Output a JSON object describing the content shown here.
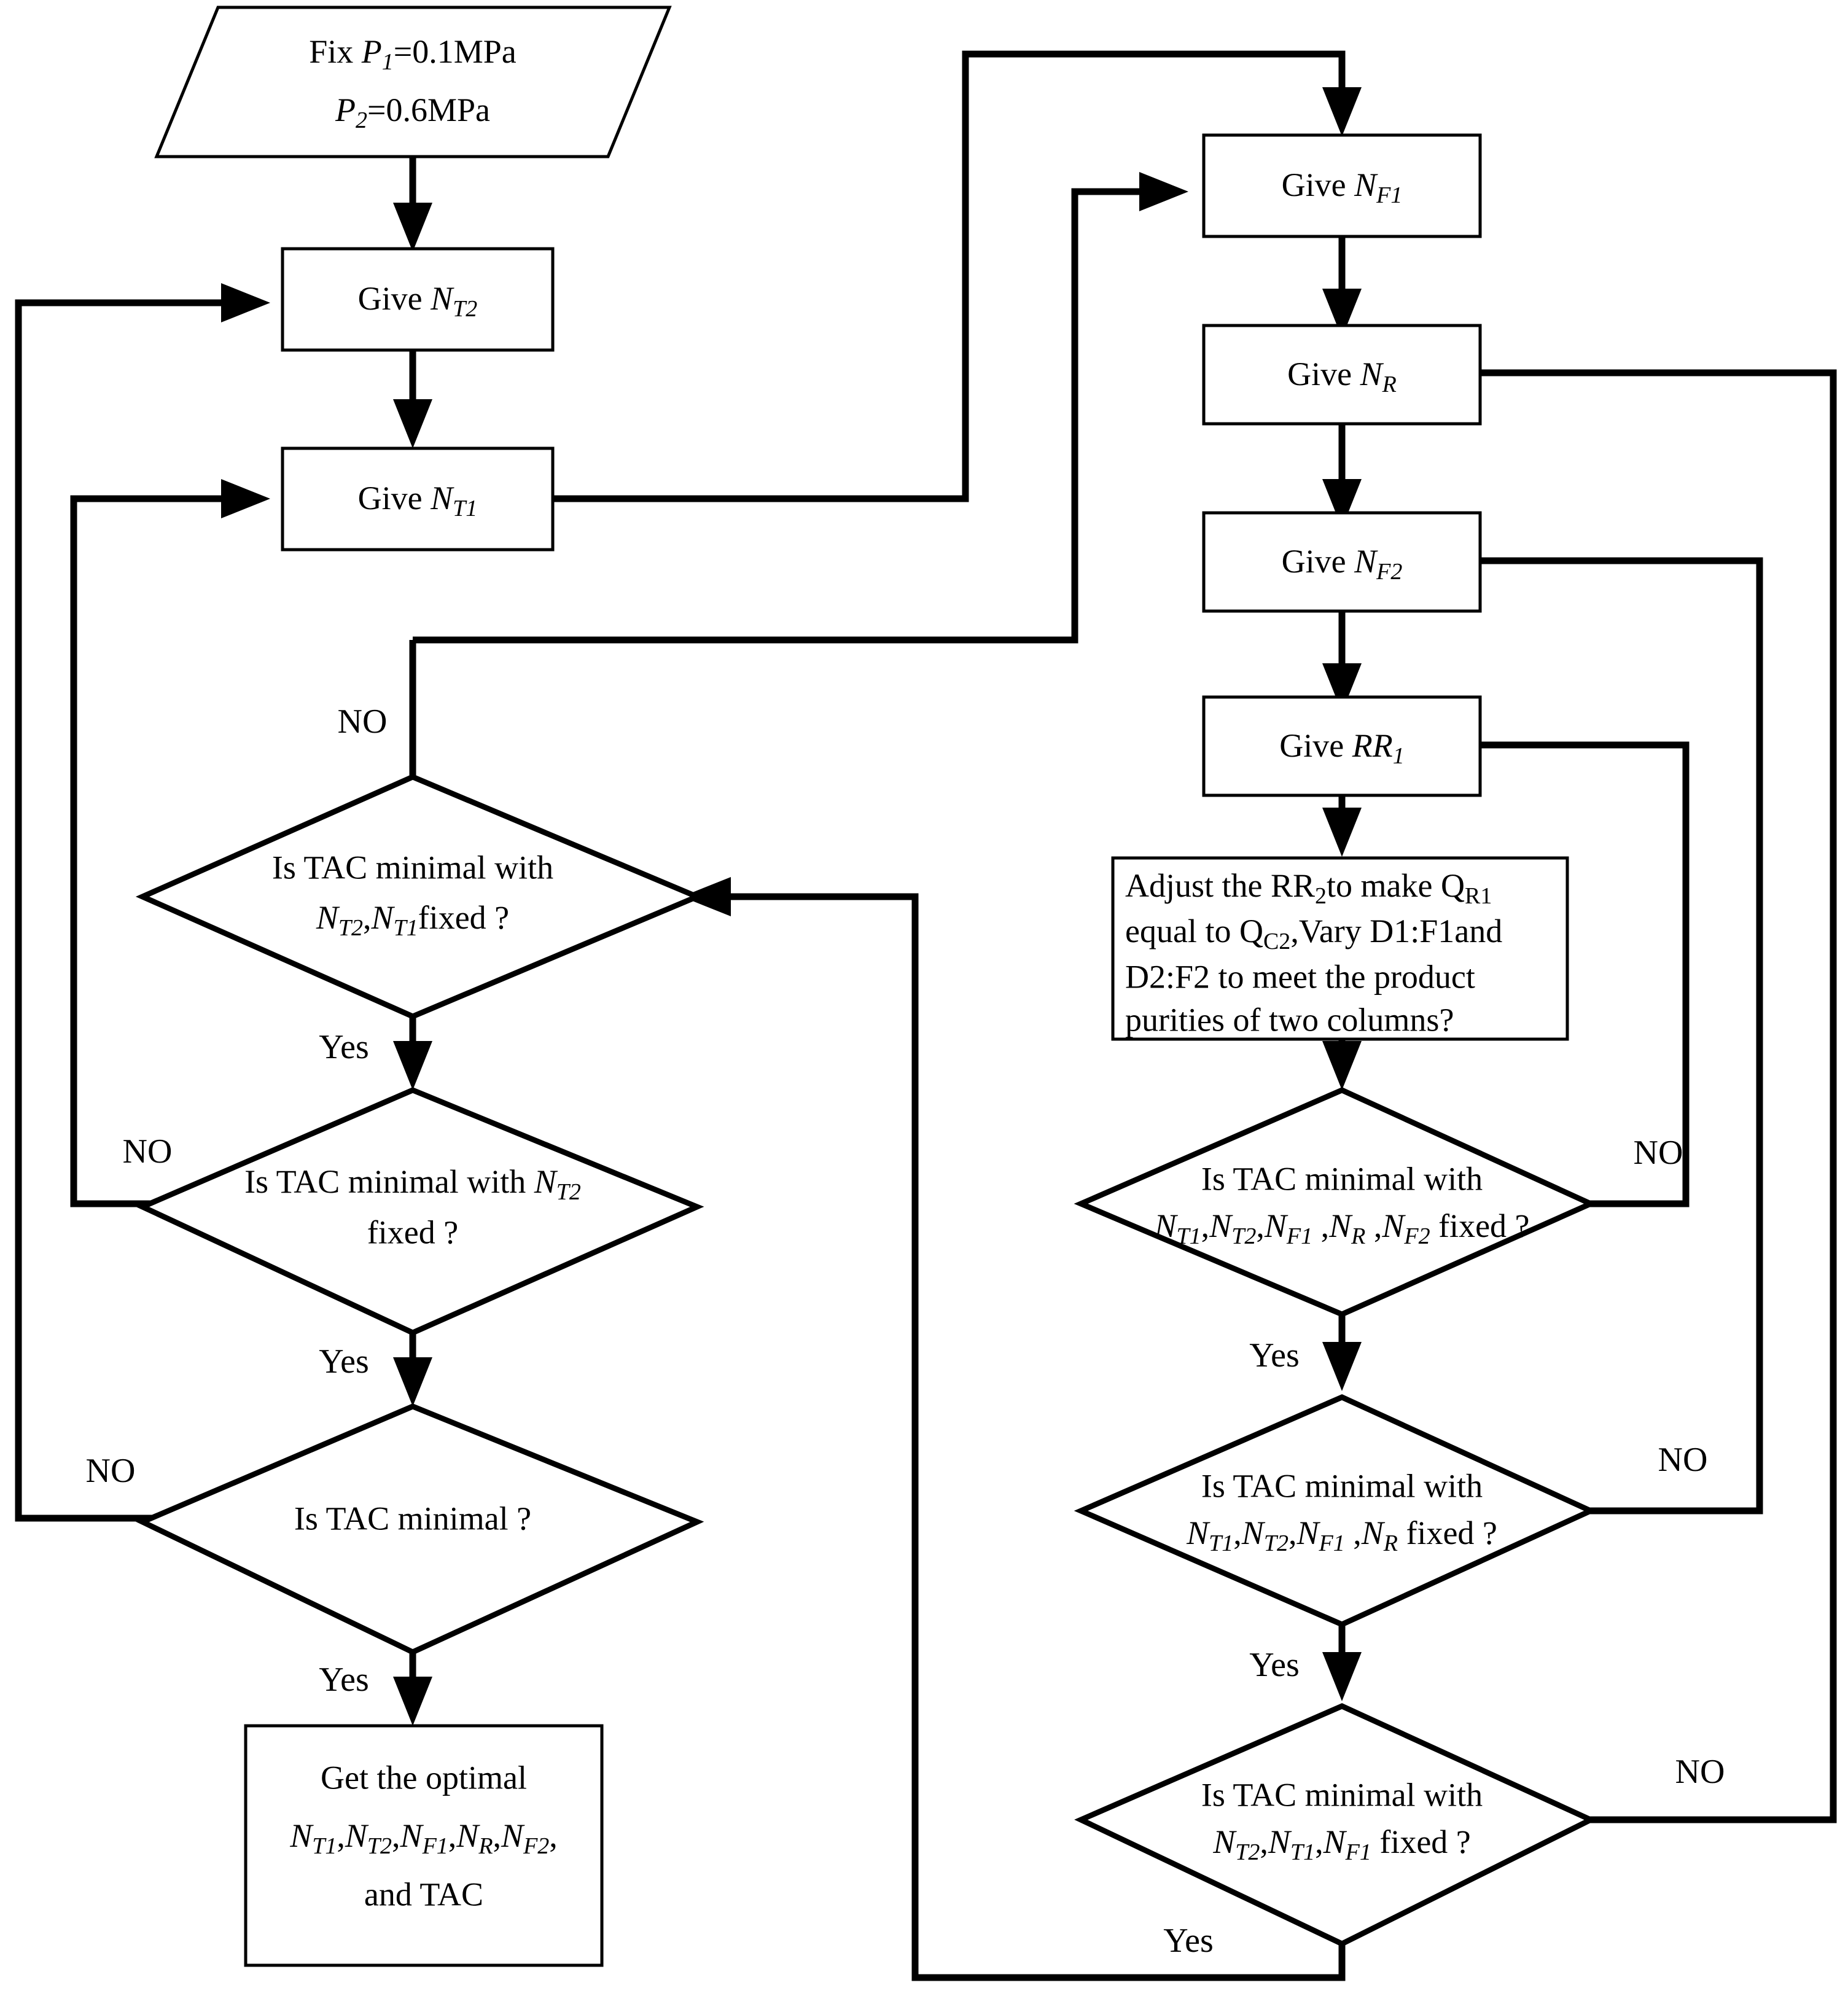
{
  "diagram": {
    "title": "Optimization procedure flowchart for two-column distillation design",
    "type": "flowchart",
    "orientation": "two-column",
    "background_color": "#ffffff",
    "line_color": "#000000",
    "text_color": "#000000"
  },
  "nodes": {
    "fix_pressures": {
      "shape": "parallelogram",
      "kind": "input",
      "line1_pre": "Fix ",
      "line1_var": "P",
      "line1_sub": "1",
      "line1_post": "=0.1MPa",
      "line2_var": "P",
      "line2_sub": "2",
      "line2_post": "=0.6MPa",
      "plain_text": "Fix P1=0.1MPa  P2=0.6MPa"
    },
    "give_nt2": {
      "shape": "rect",
      "kind": "process",
      "pre": "Give ",
      "var": "N",
      "sub": "T2",
      "plain_text": "Give NT2"
    },
    "give_nt1": {
      "shape": "rect",
      "kind": "process",
      "pre": "Give ",
      "var": "N",
      "sub": "T1",
      "plain_text": "Give NT1"
    },
    "give_nf1": {
      "shape": "rect",
      "kind": "process",
      "pre": "Give ",
      "var": "N",
      "sub": "F1",
      "plain_text": "Give NF1"
    },
    "give_nr": {
      "shape": "rect",
      "kind": "process",
      "pre": "Give ",
      "var": "N",
      "sub": "R",
      "plain_text": "Give NR"
    },
    "give_nf2": {
      "shape": "rect",
      "kind": "process",
      "pre": "Give ",
      "var": "N",
      "sub": "F2",
      "plain_text": "Give NF2"
    },
    "give_rr1": {
      "shape": "rect",
      "kind": "process",
      "pre": "Give ",
      "var": "RR",
      "sub": "1",
      "plain_text": "Give RR1"
    },
    "adjust_rr2": {
      "shape": "rect",
      "kind": "process",
      "lines": [
        "Adjust the RR2to make QR1",
        "equal to QC2,Vary D1:F1and",
        "D2:F2 to meet the product",
        "purities of two columns?"
      ],
      "plain_text": "Adjust the RR2to make QR1 equal to QC2,Vary D1:F1and D2:F2 to meet the product purities of two columns?"
    },
    "d_left_1": {
      "shape": "diamond",
      "kind": "decision",
      "line1": "Is TAC minimal with",
      "line2_plain": "NT2,NT1fixed ?",
      "plain_text": "Is TAC minimal with NT2,NT1fixed ?"
    },
    "d_left_2": {
      "shape": "diamond",
      "kind": "decision",
      "line1_plain": "Is TAC minimal with NT2",
      "line2": "fixed ?",
      "plain_text": "Is TAC minimal with NT2 fixed ?"
    },
    "d_left_3": {
      "shape": "diamond",
      "kind": "decision",
      "line1": "Is TAC minimal ?",
      "plain_text": "Is TAC minimal ?"
    },
    "get_optimal": {
      "shape": "rect",
      "kind": "terminal",
      "line1": "Get the optimal",
      "line2_plain": "NT1,NT2,NF1,NR,NF2,",
      "line3": "and TAC",
      "plain_text": "Get the optimal NT1,NT2,NF1,NR,NF2, and TAC"
    },
    "d_right_1": {
      "shape": "diamond",
      "kind": "decision",
      "line1": "Is TAC minimal with",
      "line2_plain": "NT1,NT2,NF1 ,NR ,NF2 fixed ?",
      "plain_text": "Is TAC minimal with NT1,NT2,NF1 ,NR ,NF2 fixed ?"
    },
    "d_right_2": {
      "shape": "diamond",
      "kind": "decision",
      "line1": "Is TAC minimal with",
      "line2_plain": "NT1,NT2,NF1 ,NR fixed ?",
      "plain_text": "Is TAC minimal with NT1,NT2,NF1 ,NR fixed ?"
    },
    "d_right_3": {
      "shape": "diamond",
      "kind": "decision",
      "line1": "Is TAC minimal with",
      "line2_plain": "NT2,NT1,NF1 fixed ?",
      "plain_text": "Is TAC minimal with NT2,NT1,NF1 fixed ?"
    }
  },
  "edge_labels": {
    "no_top_left": "NO",
    "yes_left_1": "Yes",
    "no_left_2": "NO",
    "yes_left_2": "Yes",
    "no_left_3": "NO",
    "yes_left_3": "Yes",
    "no_right_1": "NO",
    "yes_right_1": "Yes",
    "no_right_2": "NO",
    "yes_right_2": "Yes",
    "no_right_3": "NO",
    "yes_right_3": "Yes"
  }
}
